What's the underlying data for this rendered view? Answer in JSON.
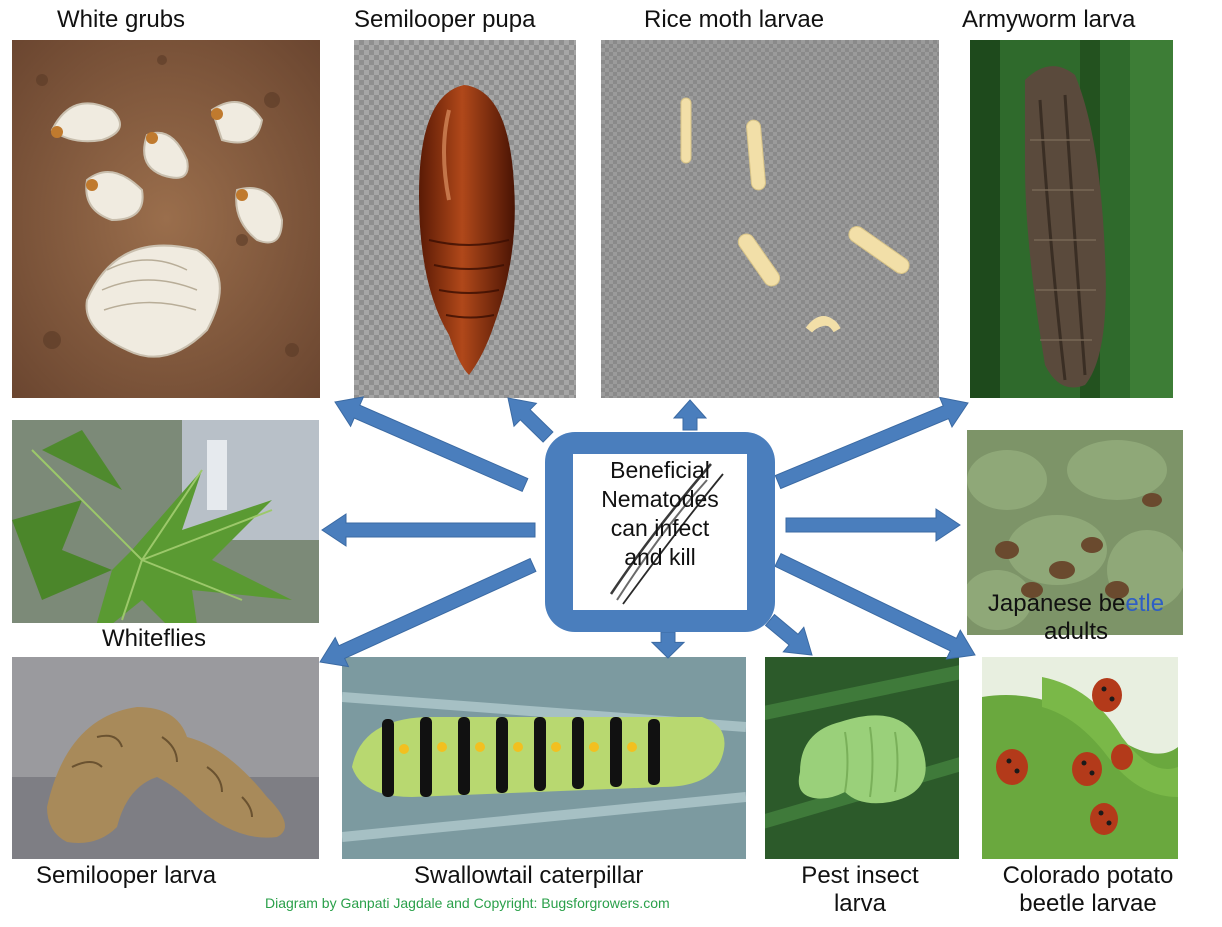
{
  "center": {
    "lines": [
      "Beneficial",
      "Nematodes",
      "can infect",
      "and kill"
    ]
  },
  "labels": {
    "white_grubs": "White grubs",
    "semilooper_pupa": "Semilooper pupa",
    "rice_moth_larvae": "Rice moth larvae",
    "armyworm_larva": "Armyworm larva",
    "whiteflies": "Whiteflies",
    "japanese_beetle_line1_a": "Japanese be",
    "japanese_beetle_line1_b": "etle",
    "japanese_beetle_line2": "adults",
    "semilooper_larva": "Semilooper larva",
    "swallowtail_caterpillar": "Swallowtail caterpillar",
    "pest_insect_line1": "Pest insect",
    "pest_insect_line2": "larva",
    "colorado_line1": "Colorado potato",
    "colorado_line2": "beetle larvae"
  },
  "credit": "Diagram by Ganpati Jagdale and Copyright: Bugsforgrowers.com",
  "colors": {
    "arrow": "#4a7ebd",
    "center_box": "#4a7ebd",
    "credit": "#2aa04a",
    "label_accent": "#2e5ec4"
  }
}
